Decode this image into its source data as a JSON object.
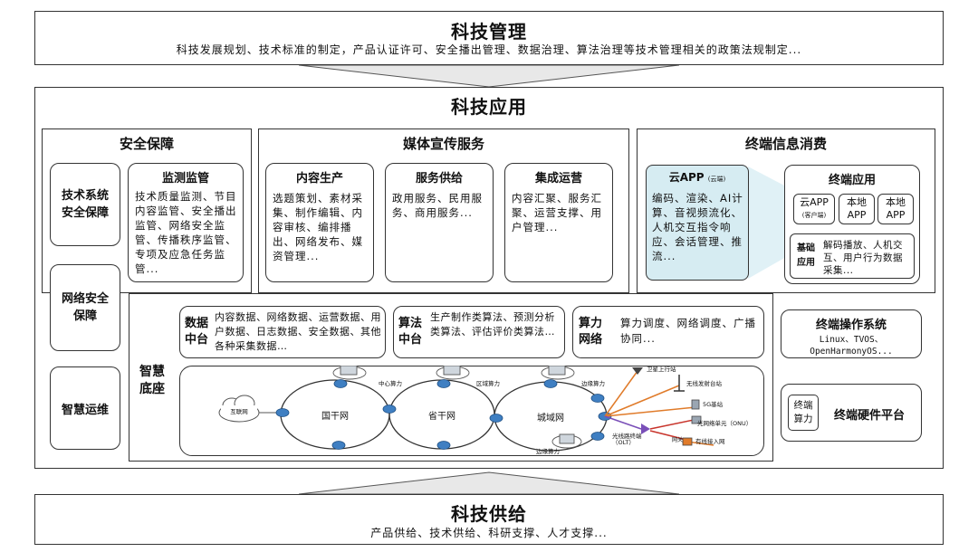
{
  "top": {
    "title": "科技管理",
    "desc": "科技发展规划、技术标准的制定，产品认证许可、安全播出管理、数据治理、算法治理等技术管理相关的政策法规制定..."
  },
  "app": {
    "title": "科技应用"
  },
  "security": {
    "title": "安全保障",
    "tech_sys": "技术系统\n安全保障",
    "net_sec": "网络安全\n保障",
    "smart_ops": "智慧运维",
    "monitor_title": "监测监管",
    "monitor_desc": "技术质量监测、节目内容监管、安全播出监管、网络安全监管、传播秩序监管、专项及应急任务监管..."
  },
  "media": {
    "title": "媒体宣传服务",
    "content_title": "内容生产",
    "content_desc": "选题策划、素材采集、制作编辑、内容审核、编排播出、网络发布、媒资管理...",
    "service_title": "服务供给",
    "service_desc": "政用服务、民用服务、商用服务...",
    "ops_title": "集成运营",
    "ops_desc": "内容汇聚、服务汇聚、运营支撑、用户管理..."
  },
  "terminal": {
    "title": "终端信息消费",
    "cloud_app_title": "云APP",
    "cloud_app_sub": "(云端)",
    "cloud_app_desc": "编码、渲染、AI计算、音视频流化、人机交互指令响应、会话管理、推流...",
    "apps_title": "终端应用",
    "chip_cloud": "云APP",
    "chip_cloud_sub": "(客户端)",
    "chip_local1": "本地\nAPP",
    "chip_local2": "本地\nAPP",
    "basic_label": "基础\n应用",
    "basic_desc": "解码播放、人机交互、用户行为数据采集...",
    "os_title": "终端操作系统",
    "os_desc": "Linux、TVOS、OpenHarmonyOS...",
    "hw_label": "终端\n算力",
    "hw_title": "终端硬件平台"
  },
  "base": {
    "title": "智慧\n底座",
    "data_label": "数据\n中台",
    "data_desc": "内容数据、网络数据、运营数据、用户数据、日志数据、安全数据、其他各种采集数据…",
    "algo_label": "算法\n中台",
    "algo_desc": "生产制作类算法、预测分析类算法、评估评价类算法…",
    "compute_label": "算力\n网络",
    "compute_desc": "算力调度、网络调度、广播协同..."
  },
  "network": {
    "internet": "互联网",
    "national": "国干网",
    "provincial": "省干网",
    "metro": "城域网",
    "center_compute": "中心算力",
    "region_compute": "区域算力",
    "edge_compute_top": "边缘算力",
    "edge_compute_bottom": "边缘算力",
    "satellite": "卫星上行站",
    "wireless": "无线发射台站",
    "base_5g": "5G基站",
    "onu": "光网络单元（ONU）",
    "olt": "光线路终端\n（OLT）",
    "wired": "有线接入网",
    "gateway": "网关"
  },
  "bottom": {
    "title": "科技供给",
    "desc": "产品供给、技术供给、科研支撑、人才支撑..."
  }
}
